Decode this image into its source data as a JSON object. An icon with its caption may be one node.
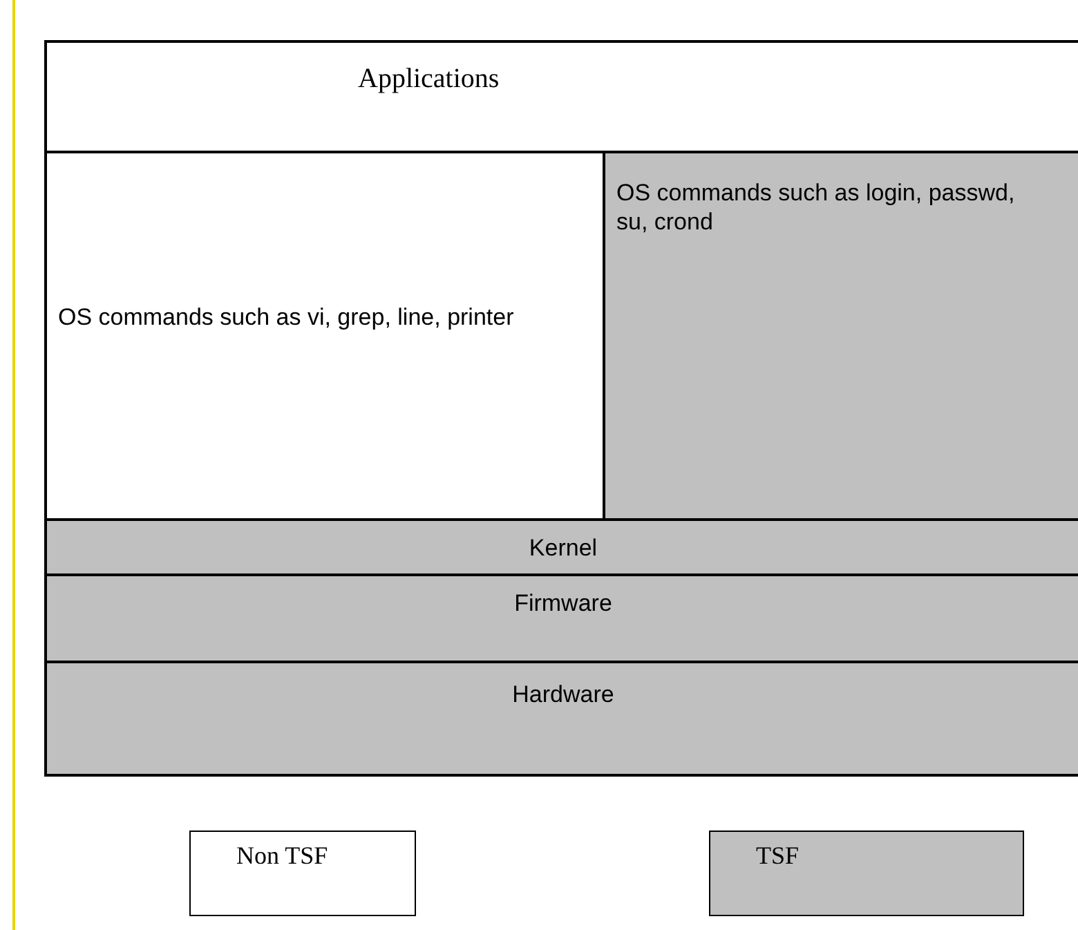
{
  "diagram": {
    "nodes": [
      {
        "text": [
          "Applications"
        ]
      },
      {
        "text": [
          "OS commands such as vi, grep, line, printer"
        ]
      },
      {
        "text": [
          "OS commands such as login, passwd, su, crond"
        ]
      },
      {
        "text": [
          "Kernel"
        ]
      },
      {
        "text": [
          "Firmware"
        ]
      },
      {
        "text": [
          "Hardware"
        ]
      }
    ],
    "edges": [],
    "legend": [
      {
        "text": "Non TSF",
        "color": "#ffffff"
      },
      {
        "text": "TSF",
        "color": "#c0c0c0"
      }
    ]
  }
}
